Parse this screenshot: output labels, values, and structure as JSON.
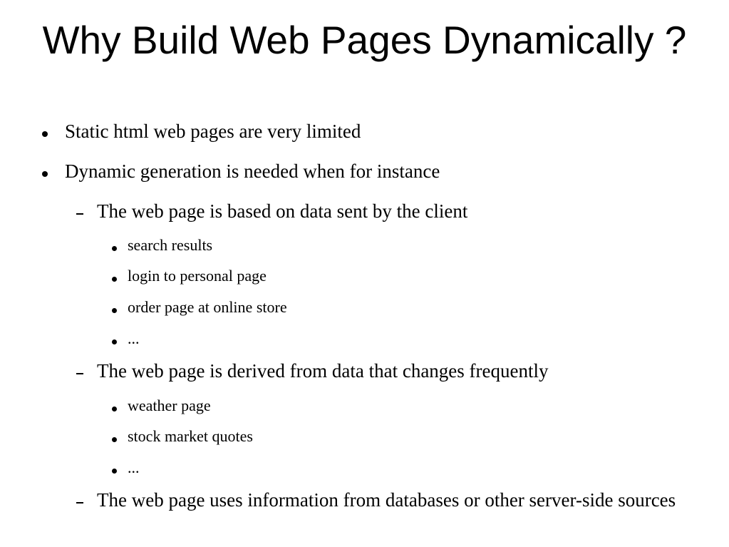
{
  "slide": {
    "title": "Why Build Web Pages Dynamically ?",
    "bullets": [
      {
        "text": "Static html web pages are very limited"
      },
      {
        "text": "Dynamic generation is needed when for instance"
      }
    ],
    "sub_bullets": [
      {
        "text": "The web page is based on data sent by the client",
        "items": [
          "search results",
          "login to personal page",
          "order page at online store",
          "..."
        ]
      },
      {
        "text": "The web page is derived from data that changes frequently",
        "items": [
          "weather page",
          "stock market quotes",
          "..."
        ]
      },
      {
        "text": "The web page uses information from databases or other server-side sources",
        "items": []
      }
    ]
  }
}
